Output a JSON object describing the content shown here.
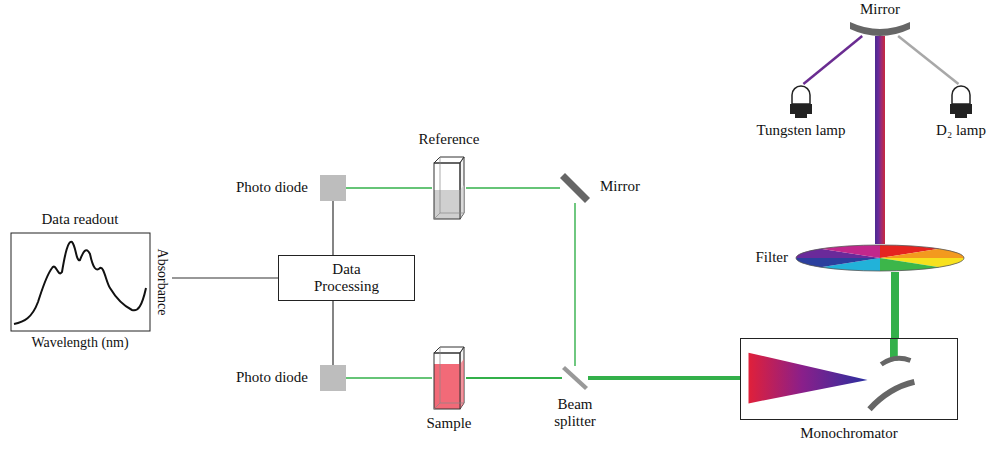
{
  "diagram": {
    "nodes": [
      {
        "text": [
          "Mirror"
        ]
      },
      {
        "text": [
          "Tungsten lamp"
        ]
      },
      {
        "text": [
          "D₂ lamp"
        ]
      },
      {
        "text": [
          "Filter"
        ]
      },
      {
        "text": [
          "Monochromator"
        ]
      },
      {
        "text": [
          "Beam splitter"
        ]
      },
      {
        "text": [
          "Mirror"
        ]
      },
      {
        "text": [
          "Reference"
        ]
      },
      {
        "text": [
          "Sample"
        ]
      },
      {
        "text": [
          "Photo diode"
        ]
      },
      {
        "text": [
          "Photo diode"
        ]
      },
      {
        "text": [
          "Data Processing"
        ]
      },
      {
        "text": [
          "Data readout",
          "Absorbance",
          "Wavelength (nm)"
        ]
      }
    ],
    "edges": [
      {
        "from": 1,
        "to": 0,
        "arrow": "none"
      },
      {
        "from": 2,
        "to": 0,
        "arrow": "none"
      },
      {
        "from": 0,
        "to": 3,
        "arrow": "none"
      },
      {
        "from": 3,
        "to": 4,
        "arrow": "none"
      },
      {
        "from": 4,
        "to": 5,
        "arrow": "none"
      },
      {
        "from": 5,
        "to": 8,
        "arrow": "none"
      },
      {
        "from": 8,
        "to": 10,
        "arrow": "none"
      },
      {
        "from": 5,
        "to": 6,
        "arrow": "none"
      },
      {
        "from": 6,
        "to": 7,
        "arrow": "none"
      },
      {
        "from": 7,
        "to": 9,
        "arrow": "none"
      },
      {
        "from": 9,
        "to": 11,
        "arrow": "none"
      },
      {
        "from": 10,
        "to": 11,
        "arrow": "none"
      },
      {
        "from": 11,
        "to": 12,
        "arrow": "none"
      }
    ]
  }
}
